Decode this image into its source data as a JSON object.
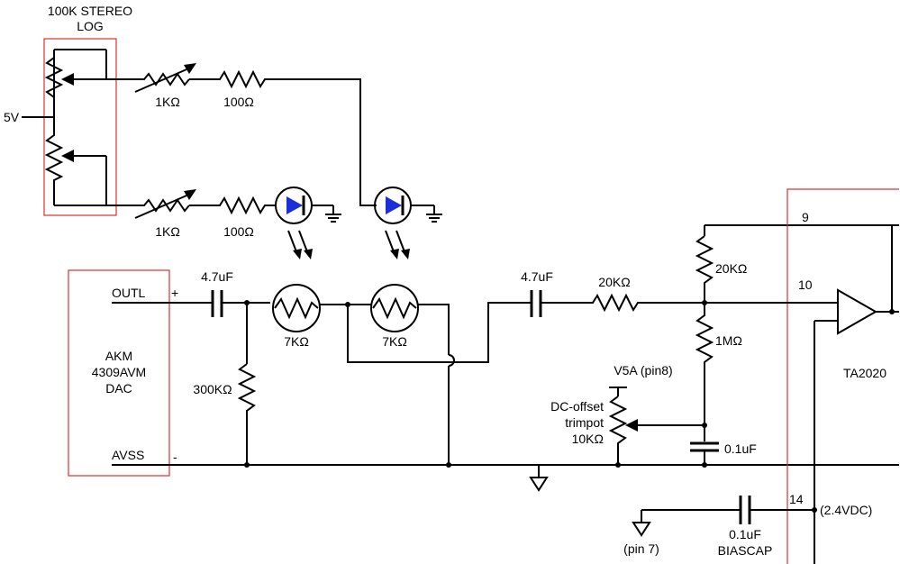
{
  "colors": {
    "wire": "#000000",
    "highlight_box": "#dd3030",
    "led": "#1a2fd8"
  },
  "potentiometer": {
    "label_line1": "100K STEREO",
    "label_line2": "LOG",
    "supply": "5V"
  },
  "resistors": {
    "var_top": "1KΩ",
    "fixed_top": "100Ω",
    "var_bottom": "1KΩ",
    "fixed_bottom": "100Ω",
    "shunt": "300KΩ",
    "series_out": "20KΩ",
    "feedback": "20KΩ",
    "bias": "1MΩ"
  },
  "ldrs": {
    "ldr1": "7KΩ",
    "ldr2": "7KΩ"
  },
  "capacitors": {
    "input_cap": "4.7uF",
    "output_cap": "4.7uF",
    "offset_cap": "0.1uF",
    "bias_cap": "0.1uF"
  },
  "dac": {
    "name_line1": "AKM",
    "name_line2": "4309AVM",
    "name_line3": "DAC",
    "pin_out": "OUTL",
    "pin_out_sign": "+",
    "pin_gnd": "AVSS",
    "pin_gnd_sign": "-"
  },
  "trimpot": {
    "supply": "V5A (pin8)",
    "line1": "DC-offset",
    "line2": "trimpot",
    "line3": "10KΩ"
  },
  "amplifier": {
    "name": "TA2020",
    "pin9": "9",
    "pin10": "10",
    "pin14": "14",
    "pin14_voltage": "(2.4VDC)",
    "ground_pin": "(pin 7)",
    "biascap_label": "BIASCAP"
  }
}
